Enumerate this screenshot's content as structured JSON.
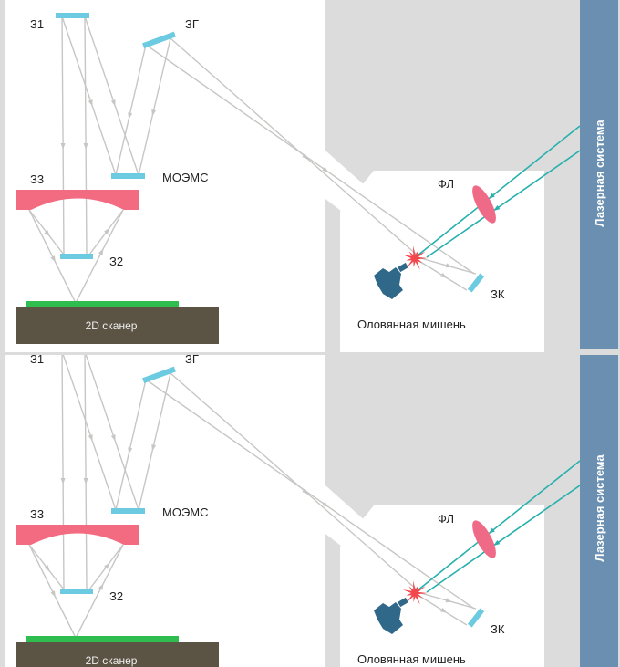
{
  "labels": {
    "mirror1": "З1",
    "mirror_g": "ЗГ",
    "moems": "МОЭМС",
    "mirror3": "З3",
    "mirror2": "З2",
    "scanner": "2D сканер",
    "focus_lens": "ФЛ",
    "mirror_k": "ЗК",
    "tin_target": "Оловянная мишень",
    "laser_system": "Лазерная система"
  },
  "colors": {
    "background": "#dcdcdc",
    "panel": "#ffffff",
    "mirror": "#6ccbe0",
    "curved_mirror": "#f26b80",
    "lens": "#ef6a86",
    "wafer": "#2ebd4e",
    "scanner": "#5b5344",
    "beam": "#c6c6c4",
    "laser_beam": "#27b0ad",
    "laser_bar": "#6a8fb1",
    "spark": "#f2474c",
    "target": "#2f6889"
  }
}
